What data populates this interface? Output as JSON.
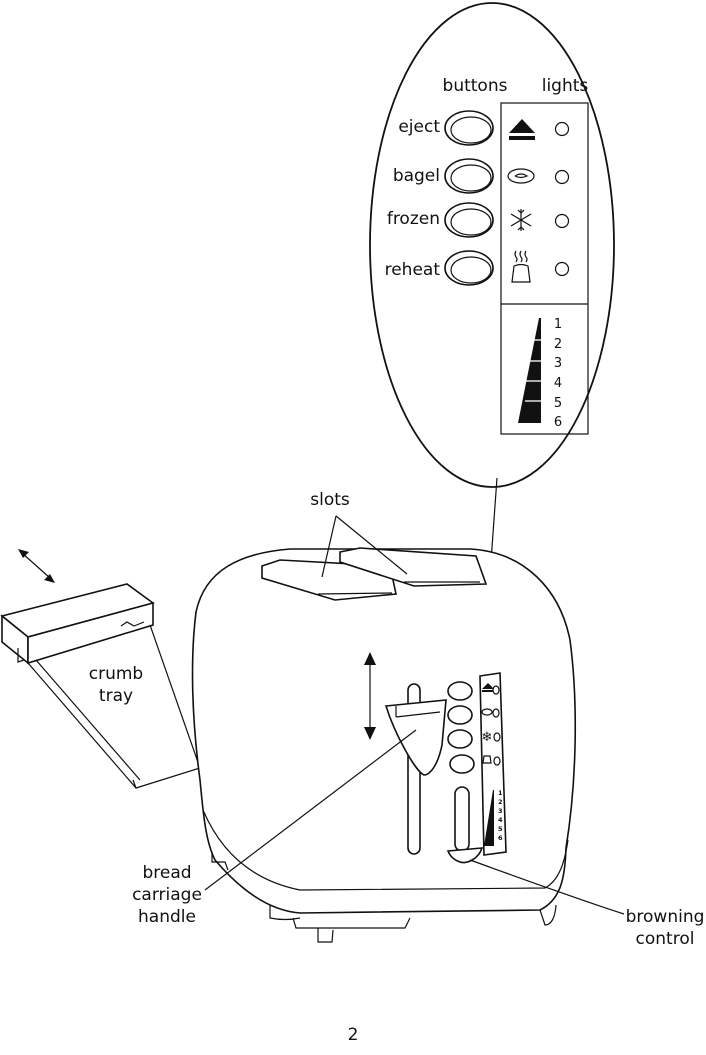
{
  "callout": {
    "header_buttons": "buttons",
    "header_lights": "lights",
    "buttons": [
      {
        "label": "eject",
        "icon": "eject-icon"
      },
      {
        "label": "bagel",
        "icon": "bagel-icon"
      },
      {
        "label": "frozen",
        "icon": "snowflake-icon"
      },
      {
        "label": "reheat",
        "icon": "steam-icon"
      }
    ],
    "browning_levels": [
      "1",
      "2",
      "3",
      "4",
      "5",
      "6"
    ]
  },
  "labels": {
    "slots": "slots",
    "crumb_tray": [
      "crumb",
      "tray"
    ],
    "bread_carriage_handle": [
      "bread",
      "carriage",
      "handle"
    ],
    "browning_control": [
      "browning",
      "control"
    ]
  },
  "page_number": "2"
}
